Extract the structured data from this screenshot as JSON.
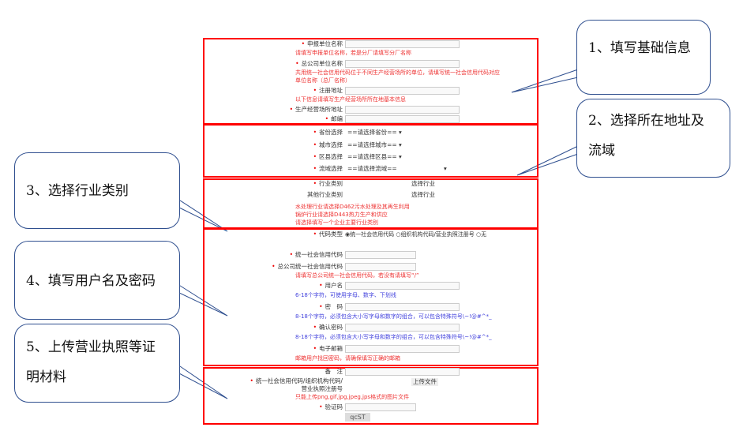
{
  "sections": {
    "basic": {
      "unit_name": "申报单位名称",
      "unit_name_hint": "请填写申报单位名称，若是分厂请填写分厂名称",
      "hq_name": "总公司单位名称",
      "hq_name_hint1": "共用统一社会信用代码位于不同生产经营场所的单位，请填写统一社会信用代码对应",
      "hq_name_hint2": "单位名称（总厂名称）",
      "reg_addr": "注册地址",
      "reg_addr_hint": "以下信息请填写生产经营场所所在地基本信息",
      "prod_addr": "生产经营场所地址",
      "postcode": "邮编"
    },
    "address": {
      "province": "省份选择",
      "province_value": "==请选择省份==",
      "city": "城市选择",
      "city_value": "==请选择城市==",
      "county": "区县选择",
      "county_value": "==请选择区县==",
      "basin": "流域选择",
      "basin_value": "==请选择流域=="
    },
    "industry": {
      "category": "行业类别",
      "category_btn": "选择行业",
      "other": "其他行业类别",
      "other_btn": "选择行业",
      "hint1": "水处理行业请选择D462污水处理及其再生利用",
      "hint2": "锅炉行业请选择D443热力生产和供应",
      "hint3": "请选择填写一个企业主要行业类别"
    },
    "account": {
      "code_type": "代码类型",
      "opt1": "统一社会信用代码",
      "opt2": "组织机构代码/营业执照注册号",
      "opt3": "无",
      "credit_code": "统一社会信用代码",
      "hq_credit_code": "总公司统一社会信用代码",
      "hq_credit_hint": "请填写总公司统一社会信用代码，若没有请填写“/”",
      "username": "用户名",
      "username_hint": "6-18个字符，可使用字母、数字、下划线",
      "password": "密　码",
      "password_hint": "8-18个字符，必须包含大小写字母和数字的组合，可以包含特殊符号\\~!@#^*_",
      "confirm": "确认密码",
      "confirm_hint": "8-18个字符，必须包含大小写字母和数字的组合，可以包含特殊符号\\~!@#^*_",
      "email": "电子邮箱",
      "email_hint": "邮箱用户找回密码，请确保填写正确的邮箱"
    },
    "upload": {
      "remark": "备　注",
      "license1": "统一社会信用代码/组织机构代码/",
      "license2": "营业执照注册号",
      "upload_btn": "上传文件",
      "upload_hint": "只能上传png,gif,jpg,jpeg,jps格式的图片文件",
      "captcha": "验证码",
      "captcha_image": "qcST"
    }
  },
  "callouts": {
    "c1": "1、填写基础信息",
    "c2a": "2、选择所在地址及",
    "c2b": "流域",
    "c3": "3、选择行业类别",
    "c4": "4、填写用户名及密码",
    "c5a": "5、上传营业执照等证",
    "c5b": "明材料"
  },
  "colors": {
    "highlight": "#ff0000",
    "callout_border": "#2f4f8f",
    "hint_red": "#e33333",
    "hint_blue": "#4444dd"
  }
}
